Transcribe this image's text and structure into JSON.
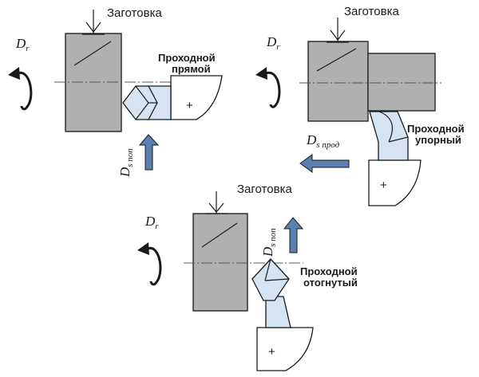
{
  "panels": {
    "top_left": {
      "workpiece_label": "Заготовка",
      "rotation_symbol": "D",
      "rotation_sub": "r",
      "tool_label_line1": "Проходной",
      "tool_label_line2": "прямой",
      "feed_symbol": "D",
      "feed_sub_italic": "s",
      "feed_sub": " поп"
    },
    "top_right": {
      "workpiece_label": "Заготовка",
      "rotation_symbol": "D",
      "rotation_sub": "r",
      "tool_label_line1": "Проходной",
      "tool_label_line2": "упорный",
      "feed_symbol": "D",
      "feed_sub_italic": "s",
      "feed_sub": " прод"
    },
    "bottom": {
      "workpiece_label": "Заготовка",
      "rotation_symbol": "D",
      "rotation_sub": "r",
      "tool_label_line1": "Проходной",
      "tool_label_line2": "отогнутый",
      "feed_symbol": "D",
      "feed_sub_italic": "s",
      "feed_sub": " поп"
    }
  },
  "holder_mark": "+",
  "colors": {
    "workpiece": "#b0b0b0",
    "tool": "#d6e4f2",
    "feed_arrow": "#5a80b0"
  }
}
